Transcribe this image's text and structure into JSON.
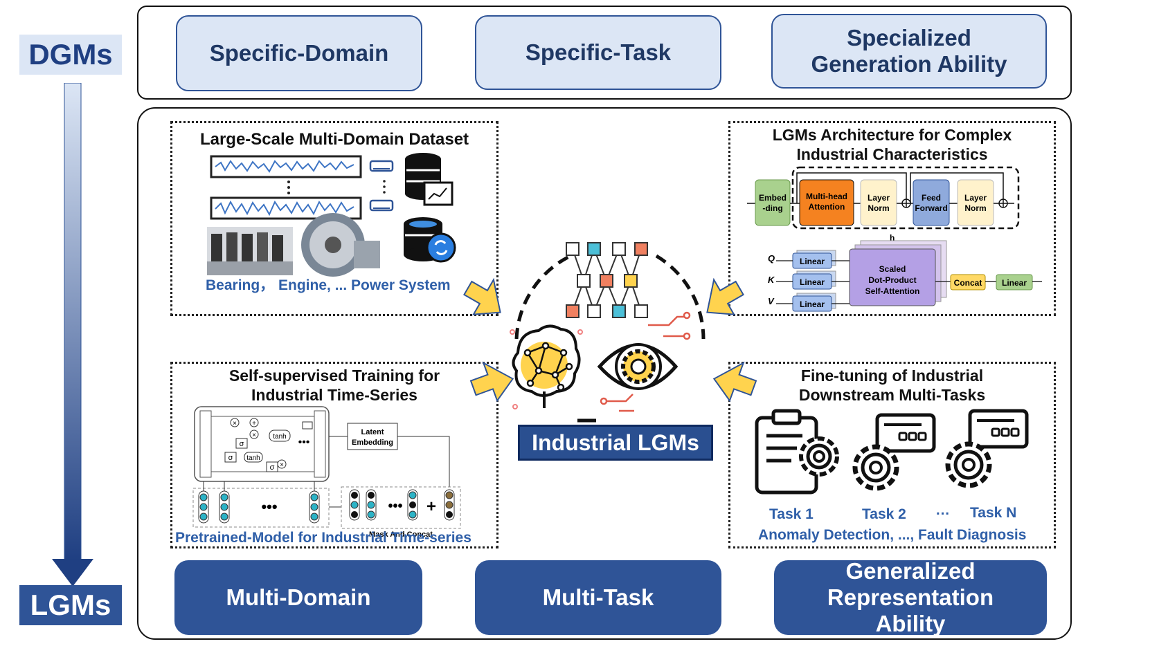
{
  "side": {
    "top": "DGMs",
    "bottom": "LGMs"
  },
  "dgm_features": [
    "Specific-Domain",
    "Specific-Task",
    "Specialized Generation Ability"
  ],
  "lgm_features": [
    "Multi-Domain",
    "Multi-Task",
    "Generalized Representation Ability"
  ],
  "center": {
    "title": "Industrial LGMs"
  },
  "dataset": {
    "title": "Large-Scale Multi-Domain Dataset",
    "caption": "Bearing， Engine, ... Power System"
  },
  "architecture": {
    "title": "LGMs Architecture for Complex Industrial Characteristics",
    "blocks": {
      "embedding": "Embed -ding",
      "mha": "Multi-head Attention",
      "norm1": "Layer Norm",
      "ff": "Feed Forward",
      "norm2": "Layer Norm",
      "sdpa": "Scaled Dot-Product Self-Attention",
      "linear": "Linear",
      "concat": "Concat",
      "h": "h",
      "q": "Q",
      "k": "K",
      "v": "V"
    }
  },
  "training": {
    "title": "Self-supervised Training for Industrial Time-Series",
    "latent": "Latent Embedding",
    "mask": "Mask And Concat",
    "tanh": "tanh",
    "sigma": "σ",
    "dots": "•••",
    "plus": "+",
    "caption": "Pretrained-Model for Industrial Time-series"
  },
  "finetune": {
    "title": "Fine-tuning of Industrial Downstream Multi-Tasks",
    "tasks": [
      "Task 1",
      "Task 2",
      "…",
      "Task N"
    ],
    "caption": "Anomaly Detection, ..., Fault Diagnosis"
  },
  "colors": {
    "dark_blue": "#2f5497",
    "light_blue": "#dce6f5",
    "arrow_yellow": "#ffd34e",
    "caption_blue": "#2f5fa8"
  }
}
